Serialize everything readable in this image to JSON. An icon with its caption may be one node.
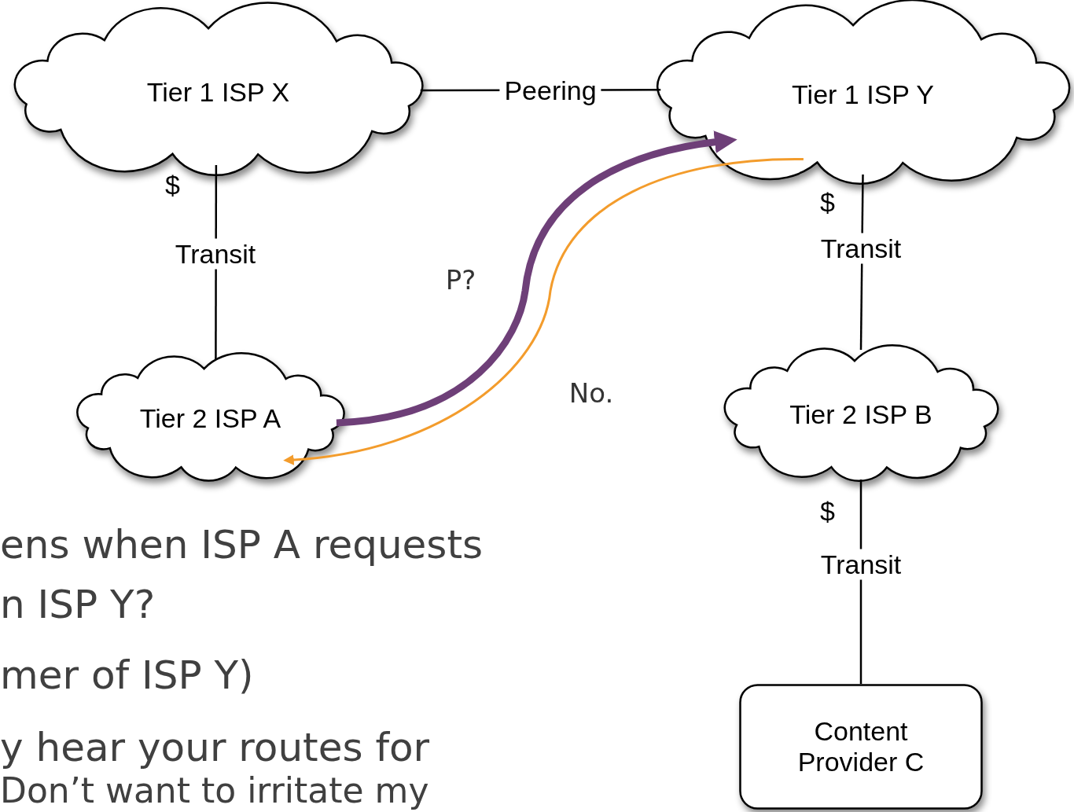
{
  "diagram": {
    "nodes": [
      {
        "text": [
          "Tier 1 ISP X"
        ]
      },
      {
        "text": [
          "Tier 1 ISP Y"
        ]
      },
      {
        "text": [
          "Tier 2 ISP A"
        ]
      },
      {
        "text": [
          "Tier 2 ISP B"
        ]
      },
      {
        "text": [
          "Content Provider C"
        ]
      }
    ],
    "edges": [
      {
        "from": 0,
        "to": 1,
        "arrow": "none",
        "label": "Peering"
      },
      {
        "from": 0,
        "to": 2,
        "arrow": "none",
        "label": "Transit"
      },
      {
        "from": 2,
        "to": 1,
        "arrow": "to",
        "label": "P?",
        "style": "thick",
        "color": "#6e3f78"
      },
      {
        "from": 1,
        "to": 2,
        "arrow": "to",
        "label": "No.",
        "color": "#f39c2c"
      },
      {
        "from": 1,
        "to": 3,
        "arrow": "none",
        "label": "Transit"
      },
      {
        "from": 3,
        "to": 4,
        "arrow": "none",
        "label": "Transit"
      }
    ],
    "labels": [
      "$",
      "$",
      "$",
      "ens when ISP A requests",
      "n ISP Y?",
      "mer of ISP Y)",
      "y hear your routes for",
      "Don’t want to irritate my"
    ]
  }
}
